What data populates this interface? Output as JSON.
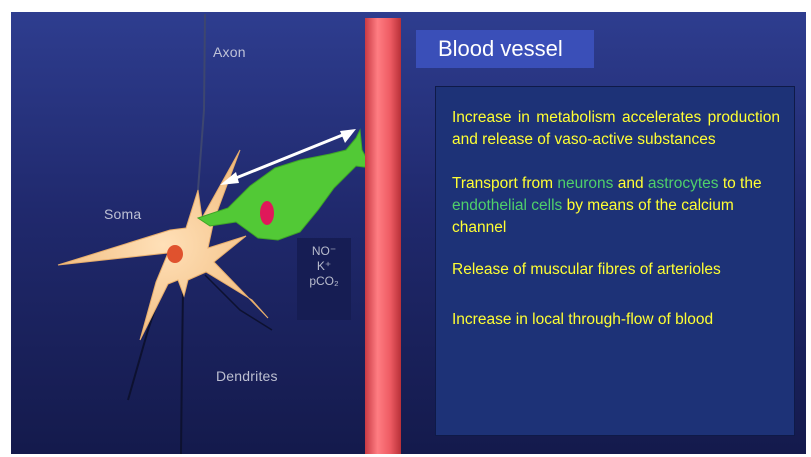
{
  "labels": {
    "axon": "Axon",
    "soma": "Soma",
    "dendrites": "Dendrites",
    "blood_vessel": "Blood vessel"
  },
  "molecules": {
    "no": "NO⁻",
    "k": "K⁺",
    "pco2": "pCO₂"
  },
  "panel": {
    "item1": "Increase in metabolism accelerates production and release of vaso-active substances",
    "item2": {
      "part1": "Transport from ",
      "neurons": "neurons",
      "part2": " and ",
      "astrocytes": "astrocytes",
      "part3": " to the ",
      "endothelial": "endothelial cells",
      "part4": " by means of the calcium channel"
    },
    "item3": "Release of muscular fibres of arterioles",
    "item4": "Increase in local through-flow of blood"
  },
  "colors": {
    "background_top": "#2e3d8f",
    "background_bottom": "#141a4c",
    "vessel": "#ee5b63",
    "neuron": "#f6c992",
    "nucleus": "#e0522e",
    "astrocyte": "#52c936",
    "astrocyte_nucleus": "#e0185a",
    "panel_text": "#ffff33",
    "panel_highlight": "#4fd06a",
    "title_box": "#3a4fb8"
  }
}
